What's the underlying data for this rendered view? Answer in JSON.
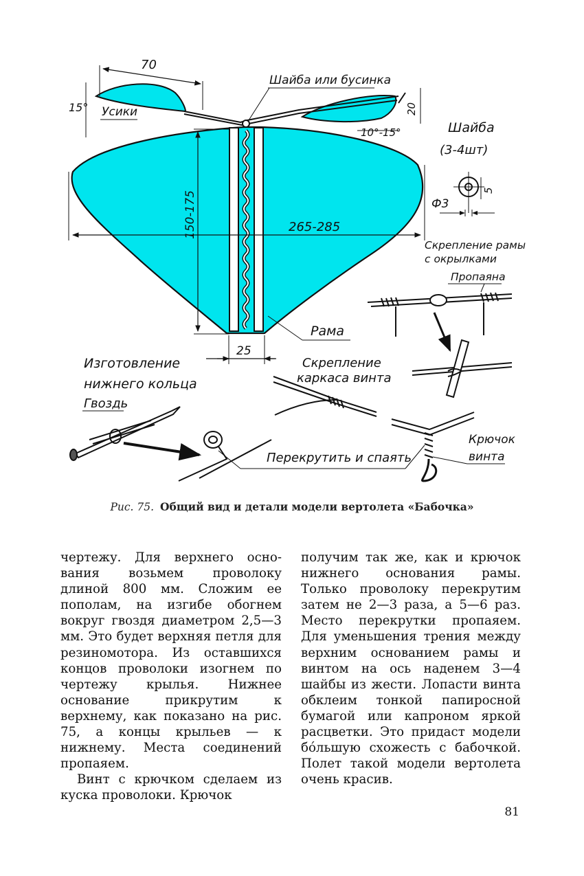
{
  "figure": {
    "labels": {
      "dim_70": "70",
      "angle_15": "15°",
      "usiki": "Усики",
      "washer_or_bead": "Шайба или бусинка",
      "dim_20": "20",
      "angle_10_15": "10°-15°",
      "washer_title": "Шайба",
      "washer_qty": "(3-4шт)",
      "phi3": "Ф3",
      "dim_5": "5",
      "dim_150_175": "150-175",
      "dim_265_285": "265-285",
      "frame_wings_line1": "Скрепление рамы",
      "frame_wings_line2": "с окрылками",
      "soldered": "Пропаяна",
      "rama": "Рама",
      "dim_25": "25",
      "lower_ring_line1": "Изготовление",
      "lower_ring_line2": "нижнего кольца",
      "nail": "Гвоздь",
      "prop_frame_line1": "Скрепление",
      "prop_frame_line2": "каркаса винта",
      "twist_solder": "Перекрутить и спаять",
      "hook_line1": "Крючок",
      "hook_line2": "винта"
    },
    "colors": {
      "wing_fill": "#00e5ee",
      "ink": "#111111"
    }
  },
  "caption": {
    "fig_num": "Рис. 75.",
    "text": "Общий вид и детали модели вертолета «Бабочка»"
  },
  "body": {
    "left_p1": "чертежу. Для верхнего осно­вания возьмем проволоку длиной 800 мм. Сложим ее пополам, на изгибе обогнем вокруг гвоздя диаметром 2,5—3 мм. Это будет верхняя петля для резиномотора. Из оставшихся концов проволоки изогнем по чертежу крылья. Нижнее основание прикрутим к верхнему, как показано на рис. 75, а концы крыльев — к нижнему. Места соединений пропаяем.",
    "left_p2": "Винт с крючком сделаем из куска проволоки. Крючок",
    "right_p1": "получим так же, как и крю­чок нижнего основания рамы. Только проволоку перекру­тим затем не 2—3 раза, а 5—6 раз. Место перекрутки про­паяем. Для уменьшения тре­ния между верхним основа­нием рамы и винтом на ось наденем 3—4 шайбы из же­сти. Лопасти винта обклеим тонкой папиросной бумагой или капроном яркой расцвет­ки. Это придаст модели бо́ль­шую схожесть с бабочкой. По­лет такой модели вертолета очень красив."
  },
  "page_number": "81"
}
